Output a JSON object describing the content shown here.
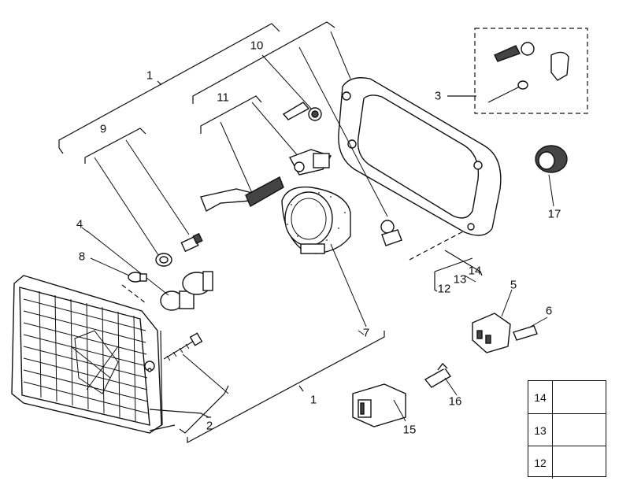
{
  "callouts": {
    "c1_top": "1",
    "c1_bottom": "1",
    "c2": "2",
    "c3": "3",
    "c4": "4",
    "c5": "5",
    "c6": "6",
    "c7": "7",
    "c8": "8",
    "c9": "9",
    "c10": "10",
    "c11": "11",
    "c12": "12",
    "c13": "13",
    "c14": "14",
    "c15": "15",
    "c16": "16",
    "c17": "17"
  },
  "legend": {
    "rows": [
      {
        "number": "14",
        "icon": "nut-icon"
      },
      {
        "number": "13",
        "icon": "washer-icon"
      },
      {
        "number": "12",
        "icon": "bolt-icon"
      }
    ]
  }
}
